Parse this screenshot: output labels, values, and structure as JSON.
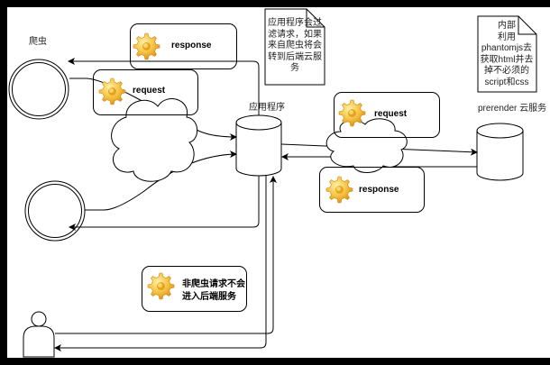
{
  "nodes": {
    "crawler": {
      "label": "爬虫"
    },
    "app": {
      "label": "应用程序"
    },
    "prerender": {
      "label": "prerender 云服务"
    }
  },
  "boxes": {
    "response_top": {
      "label": "response",
      "icon": "gear-icon"
    },
    "request_left": {
      "label": "request",
      "icon": "gear-icon"
    },
    "request_right": {
      "label": "request",
      "icon": "gear-icon"
    },
    "response_right": {
      "label": "response",
      "icon": "gear-icon"
    },
    "non_crawler": {
      "line1": "非爬虫请求不会",
      "line2": "进入后端服务",
      "icon": "gear-icon"
    }
  },
  "notes": {
    "app_note": {
      "lines": [
        "应用程序会过",
        "滤请求，如果",
        "来自爬虫将会",
        "转到后端云服",
        "务"
      ]
    },
    "prerender_note": {
      "lines": [
        "内部",
        "利用",
        "phantomjs去",
        "获取html并去",
        "掉不必须的",
        "script和css"
      ]
    }
  },
  "colors": {
    "background": "#000000",
    "canvas": "#ffffff",
    "stroke": "#000000",
    "gear": "#f2b233"
  }
}
